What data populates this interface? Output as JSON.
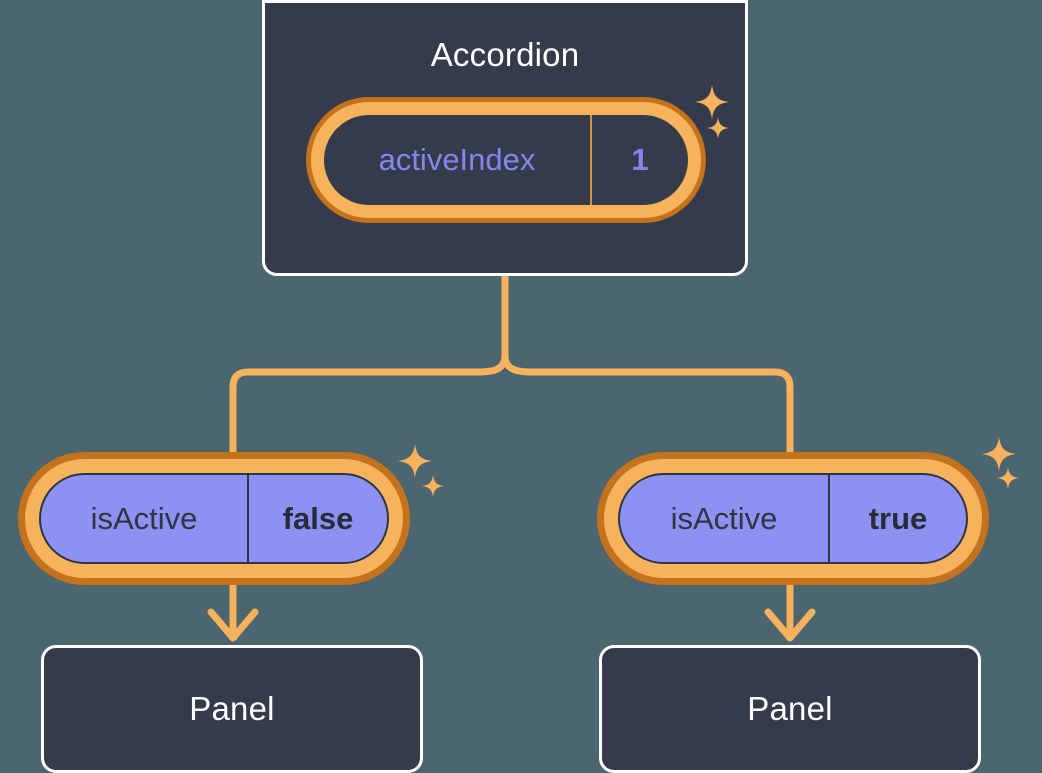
{
  "diagram": {
    "title_node": "Accordion",
    "background_color": "#4c6670",
    "accent_orange": "#f6b25c",
    "accent_orange_dark": "#c4721b",
    "state_purple": "#8d92f2",
    "state_text_purple": "#8287f0",
    "box_fill": "#353b4b",
    "box_border": "#ffffff"
  },
  "accordion": {
    "label": "Accordion",
    "state": {
      "key": "activeIndex",
      "value": "1"
    },
    "sparkle_big": "sparkle-icon",
    "sparkle_small": "sparkle-icon"
  },
  "branches": [
    {
      "state": {
        "key": "isActive",
        "value": "false"
      },
      "panel_label": "Panel",
      "sparkle_big": "sparkle-icon",
      "sparkle_small": "sparkle-icon"
    },
    {
      "state": {
        "key": "isActive",
        "value": "true"
      },
      "panel_label": "Panel",
      "sparkle_big": "sparkle-icon",
      "sparkle_small": "sparkle-icon"
    }
  ]
}
